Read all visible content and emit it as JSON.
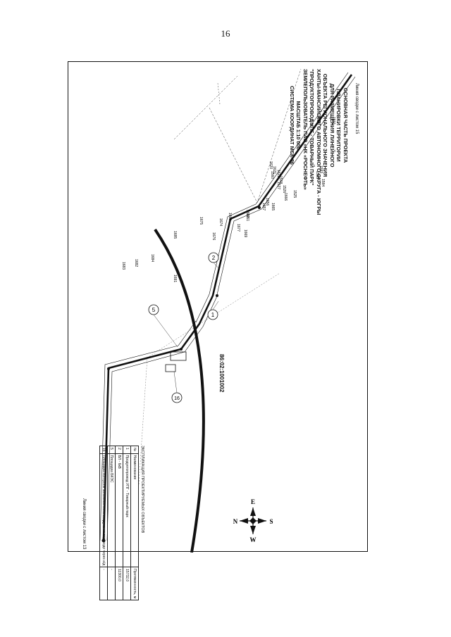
{
  "page_number": "16",
  "title": {
    "lines": [
      "ОСНОВНАЯ ЧАСТЬ ПРОЕКТА",
      "ПЛАНИРОВКИ ТЕРРИТОРИИ",
      "ДЛЯ РАЗМЕЩЕНИЯ ЛИНЕЙНОГО",
      "ОБЪЕКТА РЕГИОНАЛЬНОГО ЗНАЧЕНИЯ",
      "ХАНТЫ-МАНСИЙСКОГО АВТОНОМНОГО ОКРУГА - ЮГРЫ",
      "\"ПРОДУКТОПРОВОД УПГ - ТОВАРНЫЙ ПАРК\"",
      "ЗЕМЛЕПОЛЬЗОВАТЕЛЬ ПАО «НК «РОСНЕФТЬ»",
      "МАСШТАБ 1:10 000",
      "СИСТЕМА КООРДИНАТ МСК-86"
    ]
  },
  "match_lines": {
    "sheet15": "Линия сводки с листом 15",
    "sheet13": "Линия сводки с листом 13"
  },
  "cadastral_block": "86:02:1001002",
  "compass": {
    "n": "N",
    "s": "S",
    "e": "E",
    "w": "W"
  },
  "callouts": [
    "1",
    "2",
    "5",
    "16"
  ],
  "point_labels": [
    "1525",
    "1526",
    "1527",
    "1560",
    "1514",
    "1521",
    "1592",
    "1593",
    "1591",
    "1590",
    "1589",
    "1585",
    "1583",
    "1584",
    "1620",
    "1621",
    "1622",
    "1568",
    "1656",
    "1657",
    "1662",
    "1668",
    "1674",
    "1677",
    "1669",
    "1661",
    "1665",
    "1666",
    "1675",
    "1676",
    "1685",
    "1684",
    "1682",
    "1683",
    "1691"
  ],
  "legend": {
    "title": "ЭКСПЛИКАЦИЯ ПРОЕКТИРУЕМЫХ ОБЪЕКТОВ",
    "headers": [
      "№",
      "Наименование",
      "Протяженность, м"
    ],
    "rows": [
      [
        "1",
        "Продуктопровод УПГ - Товарный парк",
        "15732,0"
      ],
      [
        "2",
        "ВЛ - 6кВ",
        "11300,0"
      ],
      [
        "5",
        "Площадка БКЭС",
        "-"
      ],
      [
        "16",
        "Площадка контроля загазованности воздуха на переходе через а/д",
        "-"
      ]
    ]
  }
}
